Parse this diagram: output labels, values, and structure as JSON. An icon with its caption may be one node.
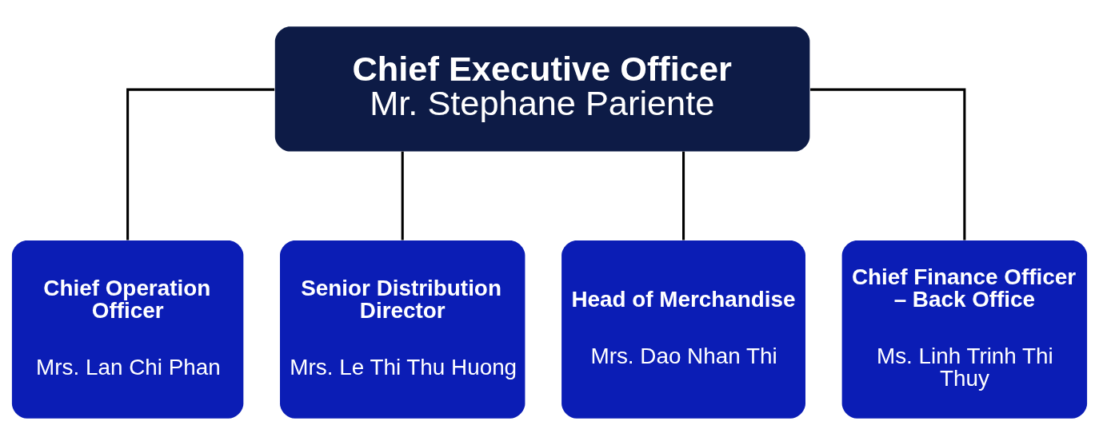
{
  "diagram": {
    "nodes": [
      {
        "text": [
          "Chief Executive Officer",
          "Mr. Stephane Pariente"
        ]
      },
      {
        "text": [
          "Chief Operation Officer",
          "Mrs. Lan Chi Phan"
        ]
      },
      {
        "text": [
          "Senior Distribution Director",
          "Mrs. Le Thi Thu Huong"
        ]
      },
      {
        "text": [
          "Head of Merchandise",
          "Mrs. Dao Nhan Thi"
        ]
      },
      {
        "text": [
          "Chief Finance Officer – Back Office",
          "Ms. Linh Trinh Thi Thuy"
        ]
      }
    ],
    "edges": [
      {
        "from": 0,
        "to": 1,
        "arrow": "none"
      },
      {
        "from": 0,
        "to": 2,
        "arrow": "none"
      },
      {
        "from": 0,
        "to": 3,
        "arrow": "none"
      },
      {
        "from": 0,
        "to": 4,
        "arrow": "none"
      }
    ]
  }
}
